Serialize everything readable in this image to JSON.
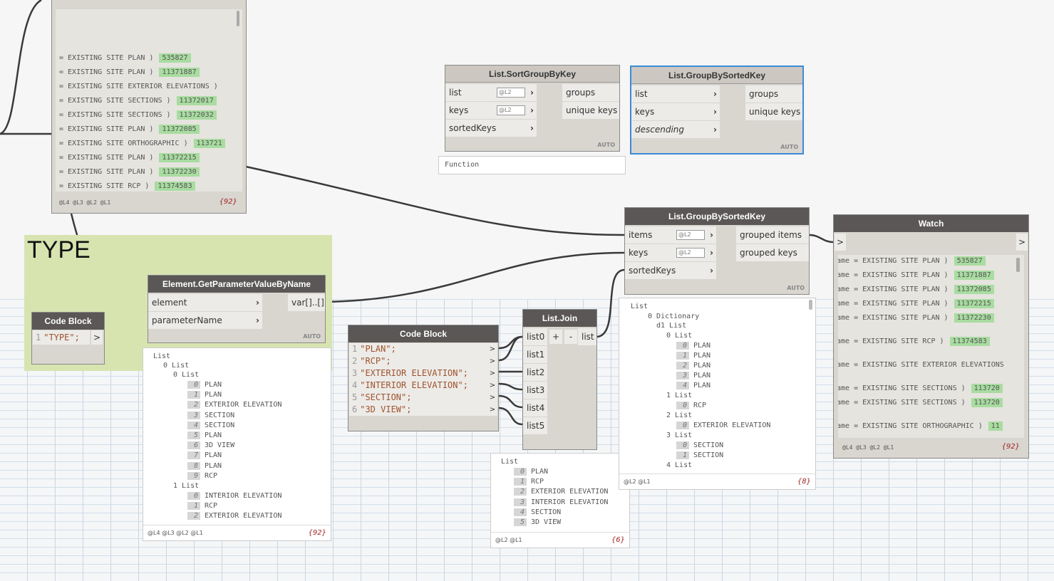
{
  "top_watch": {
    "lines": [
      [
        "= EXISTING SITE PLAN )",
        "535827"
      ],
      [
        "= EXISTING SITE PLAN )",
        "11371887"
      ],
      [
        "= EXISTING SITE EXTERIOR ELEVATIONS )",
        ""
      ],
      [
        "= EXISTING SITE SECTIONS )",
        "11372017"
      ],
      [
        "= EXISTING SITE SECTIONS )",
        "11372032"
      ],
      [
        "= EXISTING SITE PLAN )",
        "11372085"
      ],
      [
        "= EXISTING SITE ORTHOGRAPHIC )",
        "113721"
      ],
      [
        "= EXISTING SITE PLAN )",
        "11372215"
      ],
      [
        "= EXISTING SITE PLAN )",
        "11372230"
      ],
      [
        "= EXISTING SITE RCP )",
        "11374583"
      ]
    ],
    "levels": "@L4 @L3 @L2 @L1",
    "count": "{92}"
  },
  "group": {
    "title": "TYPE",
    "color": "#d8e4b0"
  },
  "code_small": {
    "title": "Code Block",
    "line_no": "1",
    "code": "\"TYPE\";",
    "out": ">"
  },
  "get_param": {
    "title": "Element.GetParameterValueByName",
    "inputs": [
      "element",
      "parameterName"
    ],
    "output": "var[]..[]",
    "lacing": "AUTO"
  },
  "get_param_preview": {
    "root": "List",
    "l1": "0 List",
    "l2": "0 List",
    "items": [
      "PLAN",
      "PLAN",
      "EXTERIOR ELEVATION",
      "SECTION",
      "SECTION",
      "PLAN",
      "3D VIEW",
      "PLAN",
      "PLAN",
      "RCP"
    ],
    "l2b": "1 List",
    "items_b": [
      "INTERIOR ELEVATION",
      "RCP",
      "EXTERIOR ELEVATION"
    ],
    "levels": "@L4 @L3 @L2 @L1",
    "count": "{92}"
  },
  "code_big": {
    "title": "Code Block",
    "lines": [
      "\"PLAN\";",
      "\"RCP\";",
      "\"EXTERIOR ELEVATION\";",
      "\"INTERIOR ELEVATION\";",
      "\"SECTION\";",
      "\"3D VIEW\";"
    ]
  },
  "list_join": {
    "title": "List.Join",
    "inputs": [
      "list0",
      "list1",
      "list2",
      "list3",
      "list4",
      "list5"
    ],
    "add": "+",
    "remove": "-",
    "output": "list"
  },
  "join_preview": {
    "root": "List",
    "items": [
      "PLAN",
      "RCP",
      "EXTERIOR ELEVATION",
      "INTERIOR ELEVATION",
      "SECTION",
      "3D VIEW"
    ],
    "levels": "@L2 @L1",
    "count": "{6}"
  },
  "sort_group": {
    "title": "List.SortGroupByKey",
    "inputs": [
      "list",
      "keys",
      "sortedKeys"
    ],
    "levels": [
      "@L2",
      "@L2"
    ],
    "outputs": [
      "groups",
      "unique keys"
    ],
    "lacing": "AUTO",
    "function_label": "Function"
  },
  "group_sorted_top": {
    "title": "List.GroupBySortedKey",
    "inputs": [
      "list",
      "keys",
      "descending"
    ],
    "outputs": [
      "groups",
      "unique keys"
    ],
    "lacing": "AUTO",
    "accent": "#3c8ad8"
  },
  "group_sorted_mid": {
    "title": "List.GroupBySortedKey",
    "inputs": [
      "items",
      "keys",
      "sortedKeys"
    ],
    "levels": [
      "@L2",
      "@L2"
    ],
    "outputs": [
      "grouped items",
      "grouped keys"
    ],
    "lacing": "AUTO"
  },
  "mid_preview": {
    "root": "List",
    "dict": "0  Dictionary",
    "d1": "d1 List",
    "groups": [
      {
        "label": "0 List",
        "items": [
          "PLAN",
          "PLAN",
          "PLAN",
          "PLAN",
          "PLAN"
        ]
      },
      {
        "label": "1 List",
        "items": [
          "RCP"
        ]
      },
      {
        "label": "2 List",
        "items": [
          "EXTERIOR ELEVATION"
        ]
      },
      {
        "label": "3 List",
        "items": [
          "SECTION",
          "SECTION"
        ]
      },
      {
        "label": "4 List",
        "items": []
      }
    ],
    "levels": "@L2 @L1",
    "count": "{8}"
  },
  "watch": {
    "title": "Watch",
    "in": ">",
    "out": ">",
    "lines": [
      [
        "Name = EXISTING SITE PLAN )",
        "535827"
      ],
      [
        "Name = EXISTING SITE PLAN )",
        "11371887"
      ],
      [
        "Name = EXISTING SITE PLAN )",
        "11372085"
      ],
      [
        "Name = EXISTING SITE PLAN )",
        "11372215"
      ],
      [
        "Name = EXISTING SITE PLAN )",
        "11372230"
      ],
      [
        "Name = EXISTING SITE RCP )",
        "11374583"
      ],
      [
        "Name = EXISTING SITE EXTERIOR ELEVATIONS",
        ""
      ],
      [
        "Name = EXISTING SITE SECTIONS )",
        "113720"
      ],
      [
        "Name = EXISTING SITE SECTIONS )",
        "113720"
      ],
      [
        "Name = EXISTING SITE ORTHOGRAPHIC )",
        "11"
      ]
    ],
    "levels": "@L4 @L3 @L2 @L1",
    "count": "{92}"
  }
}
